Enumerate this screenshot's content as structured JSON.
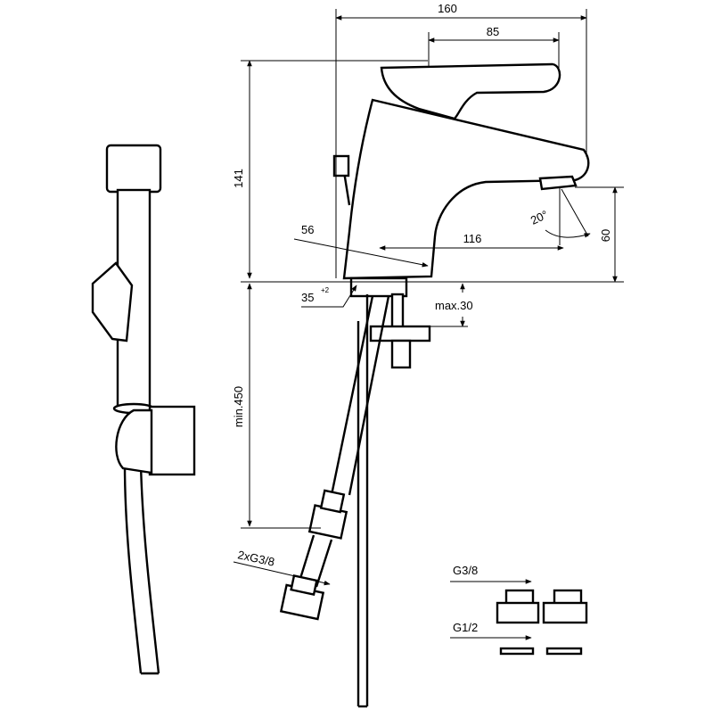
{
  "dimensions": {
    "overall_width": "160",
    "spout_reach": "85",
    "height": "141",
    "outlet_height": "60",
    "spout_projection": "116",
    "diagonal": "56",
    "install_angle": "35",
    "install_angle_tol": "+2",
    "spray_angle": "20°",
    "max_thickness": "max.30",
    "hose_length": "min.450",
    "hose_connections": "2xG3/8"
  },
  "adapters": {
    "thread_small": "G3/8",
    "thread_large": "G1/2"
  }
}
